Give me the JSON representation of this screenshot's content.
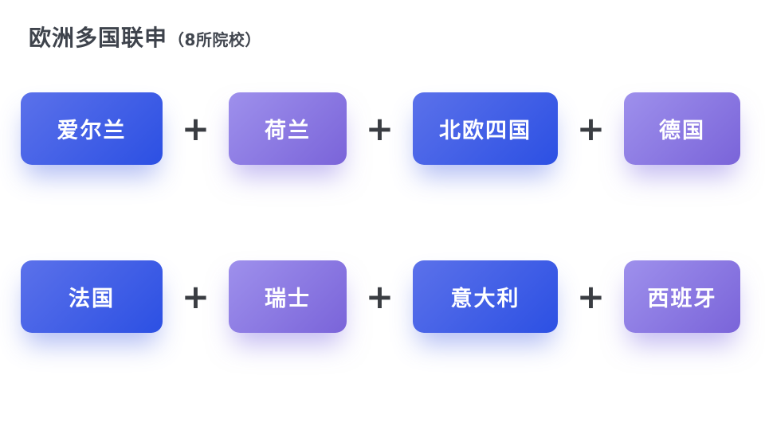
{
  "page": {
    "background": "#ffffff"
  },
  "header": {
    "title": "欧洲多国联申",
    "subtitle": "（8所院校）"
  },
  "plus_symbol": "+",
  "colors": {
    "blue_gradient_start": "#5b71ea",
    "blue_gradient_end": "#2c50e3",
    "purple_gradient_start": "#9e90ec",
    "purple_gradient_end": "#7a64d9",
    "card_text": "#ffffff",
    "plus": "#3a3d42",
    "title_text": "#3e434c"
  },
  "rows": [
    {
      "cards": [
        {
          "label": "爱尔兰",
          "color": "blue"
        },
        {
          "label": "荷兰",
          "color": "purple"
        },
        {
          "label": "北欧四国",
          "color": "blue"
        },
        {
          "label": "德国",
          "color": "purple"
        }
      ]
    },
    {
      "cards": [
        {
          "label": "法国",
          "color": "blue"
        },
        {
          "label": "瑞士",
          "color": "purple"
        },
        {
          "label": "意大利",
          "color": "blue"
        },
        {
          "label": "西班牙",
          "color": "purple"
        }
      ]
    }
  ]
}
